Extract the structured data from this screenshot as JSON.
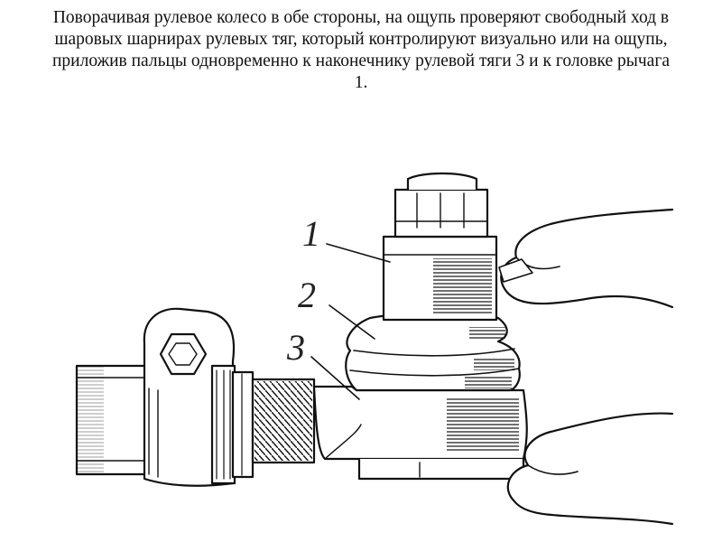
{
  "caption": {
    "line1": "Поворачивая рулевое колесо в обе стороны, на ощупь проверяют свободный ход в",
    "line2": "шаровых шарнирах рулевых тяг, который контролируют визуально или на ощупь,",
    "line3": "приложив пальцы одновременно к наконечнику рулевой тяги 3 и к головке рычага",
    "line4": "1."
  },
  "figure": {
    "labels": [
      "1",
      "2",
      "3"
    ]
  }
}
